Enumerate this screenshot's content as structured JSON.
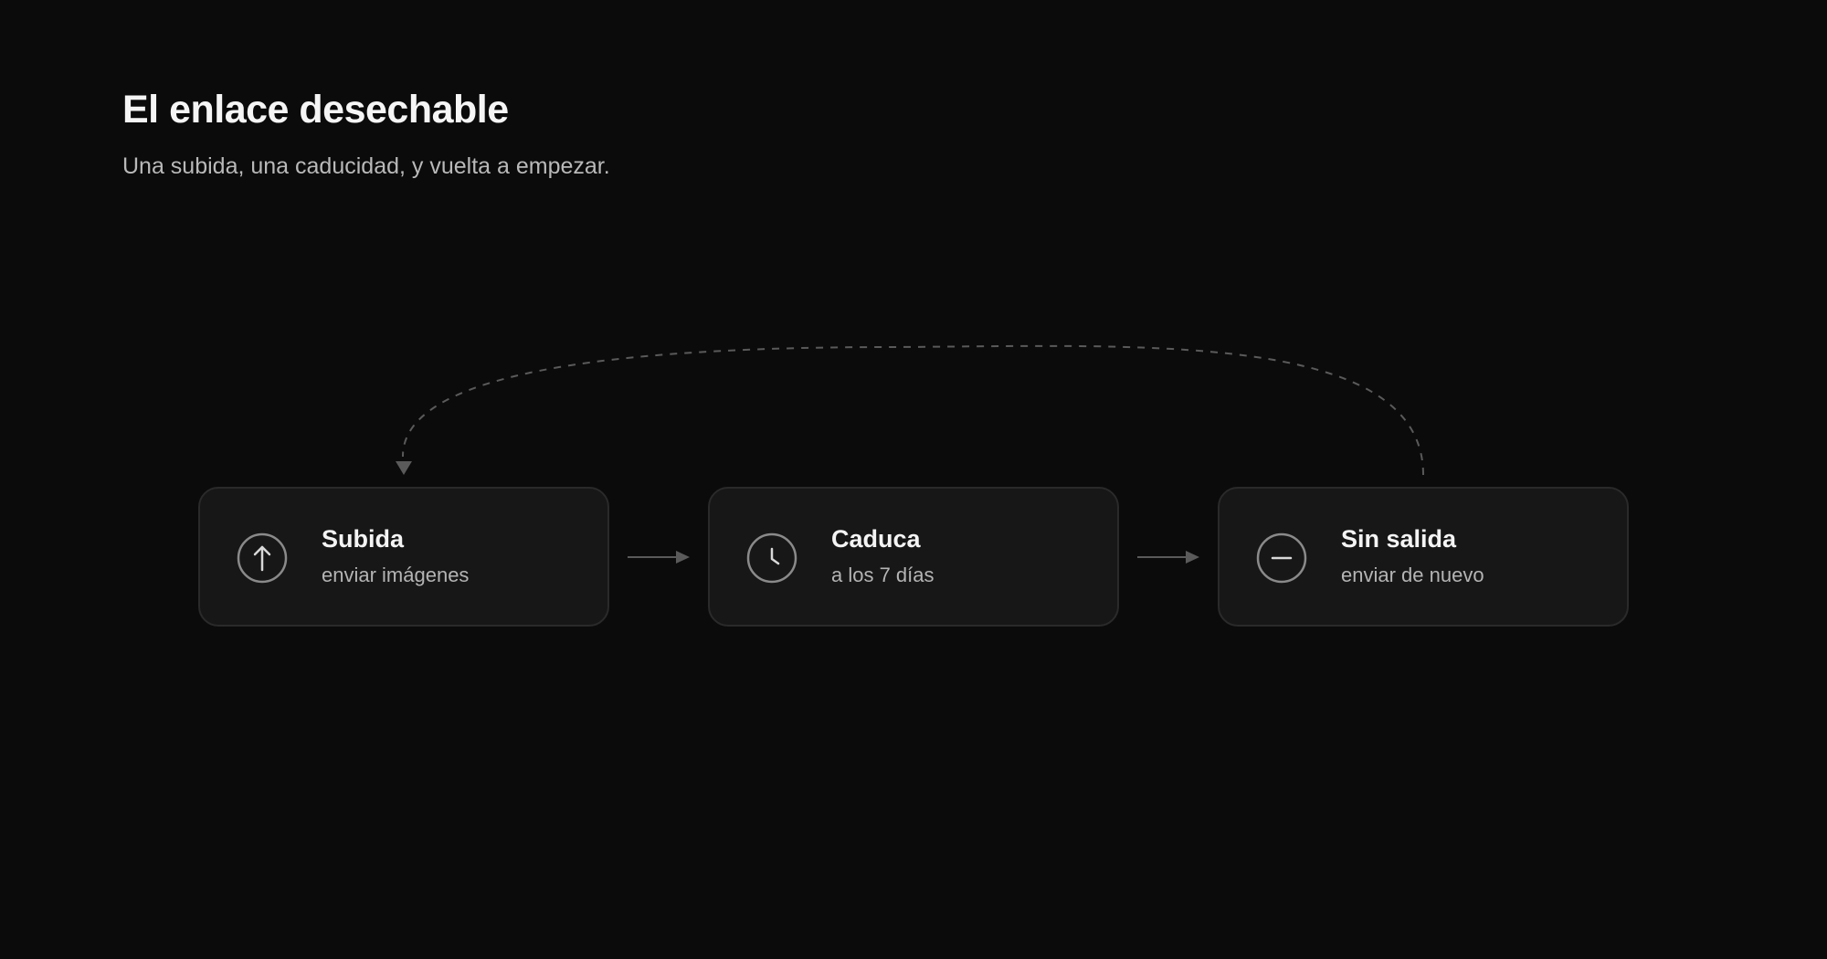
{
  "header": {
    "title": "El enlace desechable",
    "subtitle": "Una subida, una caducidad, y vuelta a empezar."
  },
  "colors": {
    "background": "#0b0b0b",
    "node_fill": "#171717",
    "node_border": "#2a2a2a",
    "connector": "#5a5a5a",
    "icon_stroke": "#8a8a8a"
  },
  "nodes": [
    {
      "title": "Subida",
      "subtitle": "enviar imágenes",
      "icon": "arrow-up-icon"
    },
    {
      "title": "Caduca",
      "subtitle": "a los 7 días",
      "icon": "clock-icon"
    },
    {
      "title": "Sin salida",
      "subtitle": "enviar de nuevo",
      "icon": "minus-icon"
    }
  ],
  "edges": [
    {
      "from": "Subida",
      "to": "Caduca",
      "style": "solid"
    },
    {
      "from": "Caduca",
      "to": "Sin salida",
      "style": "solid"
    },
    {
      "from": "Sin salida",
      "to": "Subida",
      "style": "dashed"
    }
  ]
}
